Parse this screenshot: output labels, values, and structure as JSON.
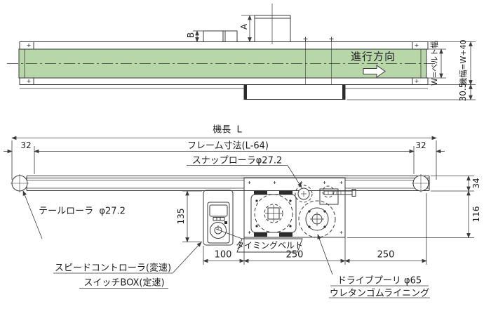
{
  "colors": {
    "belt_green": "#b7d7a9",
    "line_dark": "#3a3a3a",
    "text": "#1c1c1c"
  },
  "top_view": {
    "direction": "進行方向",
    "belt_width": "W=ベルト幅",
    "machine_width": "機幅=W+40",
    "underhang": "30.5",
    "dim_a": "A",
    "dim_b": "B"
  },
  "side_view": {
    "machine_length": "機長  L",
    "frame_length": "フレーム寸法(L-64)",
    "offset_left": "32",
    "offset_right": "32",
    "snap_roller": "スナップローラφ27.2",
    "tail_roller": "テールローラ  φ27.2",
    "controller_height": "135",
    "frame_height": "34",
    "drive_height": "116",
    "timing_belt": "タイミングベルト",
    "controller_width": "100",
    "drive_span_1": "250",
    "drive_span_2": "250",
    "speed_controller": "スピードコントローラ(変速)",
    "switch_box": "スイッチBOX(定速)",
    "drive_pulley": "ドライブプーリ φ65",
    "lining": "ウレタンゴムライニング"
  }
}
